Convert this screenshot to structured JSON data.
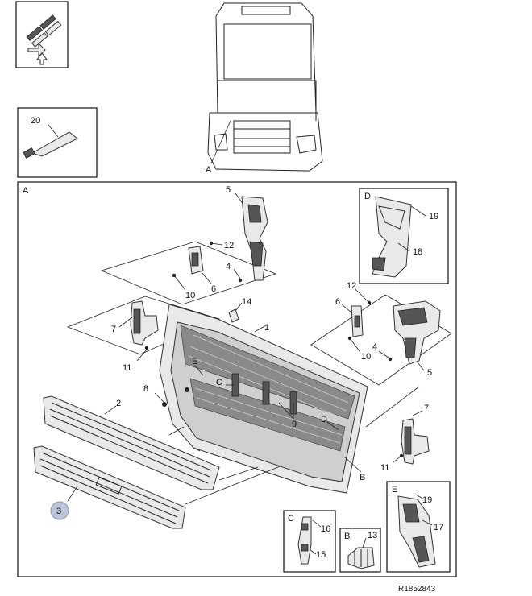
{
  "reference_code": "R1852843",
  "views": {
    "main_view": "A",
    "detail_b": "B",
    "detail_c": "C",
    "detail_d": "D",
    "detail_e": "E"
  },
  "callouts": {
    "n1": "1",
    "n2": "2",
    "n3": "3",
    "n4a": "4",
    "n4b": "4",
    "n5a": "5",
    "n5b": "5",
    "n6a": "6",
    "n6b": "6",
    "n7a": "7",
    "n7b": "7",
    "n8": "8",
    "n9": "9",
    "n10a": "10",
    "n10b": "10",
    "n11a": "11",
    "n11b": "11",
    "n12a": "12",
    "n12b": "12",
    "n13": "13",
    "n14": "14",
    "n15": "15",
    "n16": "16",
    "n17": "17",
    "n18": "18",
    "n19a": "19",
    "n19b": "19",
    "n20": "20"
  },
  "markers": {
    "a_truck": "A",
    "c_main": "C",
    "d_main": "D",
    "e_main": "E",
    "b_main": "B"
  },
  "icons": [
    "disassembly-symbol-icon",
    "grease-tube-icon"
  ],
  "highlight_color": "#b9c6dc"
}
